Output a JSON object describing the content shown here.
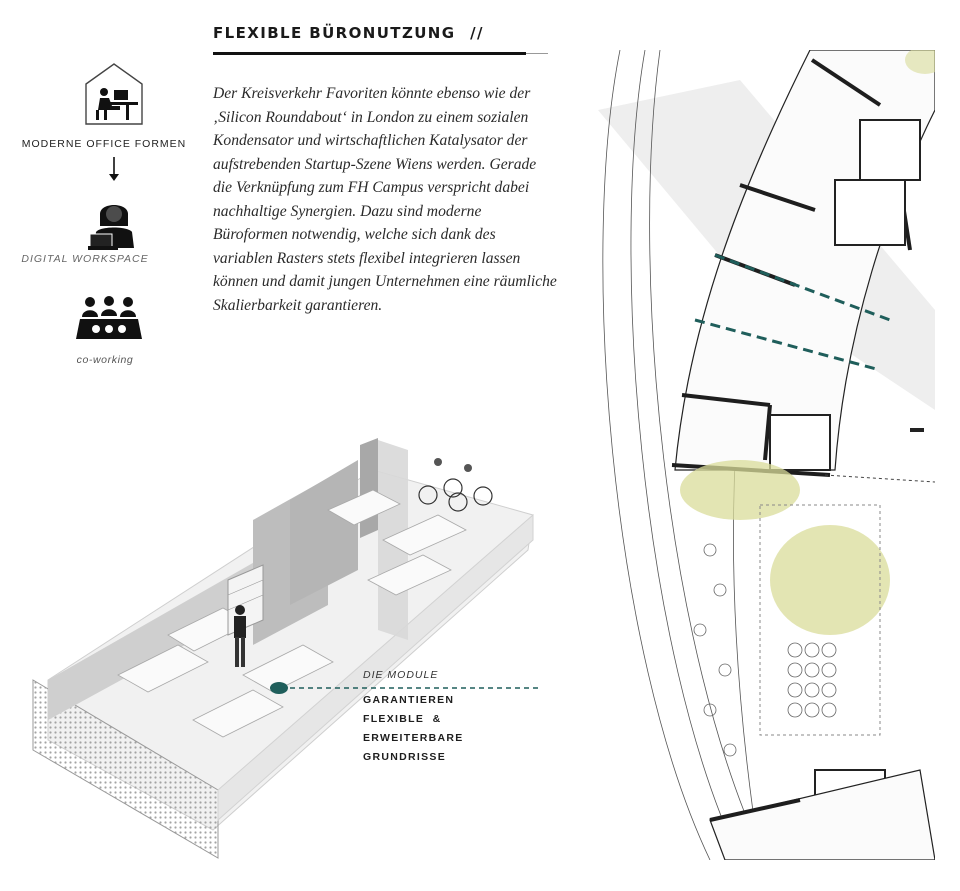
{
  "header": {
    "title": "FLEXIBLE BÜRONUTZUNG",
    "title_suffix": "//"
  },
  "body": {
    "paragraph": "Der Kreisverkehr Favoriten könnte ebenso wie der ‚Silicon Roundabout‘ in London zu einem sozialen Kondensator und wirtschaftlichen Katalysator der aufstrebenden Startup-Szene Wiens werden. Gerade die Verknüpfung zum FH Campus verspricht dabei nachhaltige Synergien. Dazu sind moderne Büroformen notwendig, welche sich dank des variablen Rasters stets flexibel integrieren lassen können und damit jungen Unternehmen eine räumliche Skalierbarkeit garantieren."
  },
  "sidebar": {
    "items": [
      {
        "label": "MODERNE OFFICE FORMEN",
        "icon": "house-office-desk-icon"
      },
      {
        "label": "DIGITAL WORKSPACE",
        "icon": "laptop-worker-icon"
      },
      {
        "label": "co-working",
        "icon": "coworking-table-icon"
      }
    ],
    "arrow": "arrow-down-icon"
  },
  "callout": {
    "head": "DIE MODULE",
    "lines": [
      "GARANTIEREN",
      "FLEXIBLE  &",
      "ERWEITERBARE",
      "GRUNDRISSE"
    ]
  },
  "colors": {
    "accent": "#1f5e5b",
    "dark": "#1a1a1a",
    "tree": "#d9dc9a",
    "wall": "#2a2a2a"
  }
}
